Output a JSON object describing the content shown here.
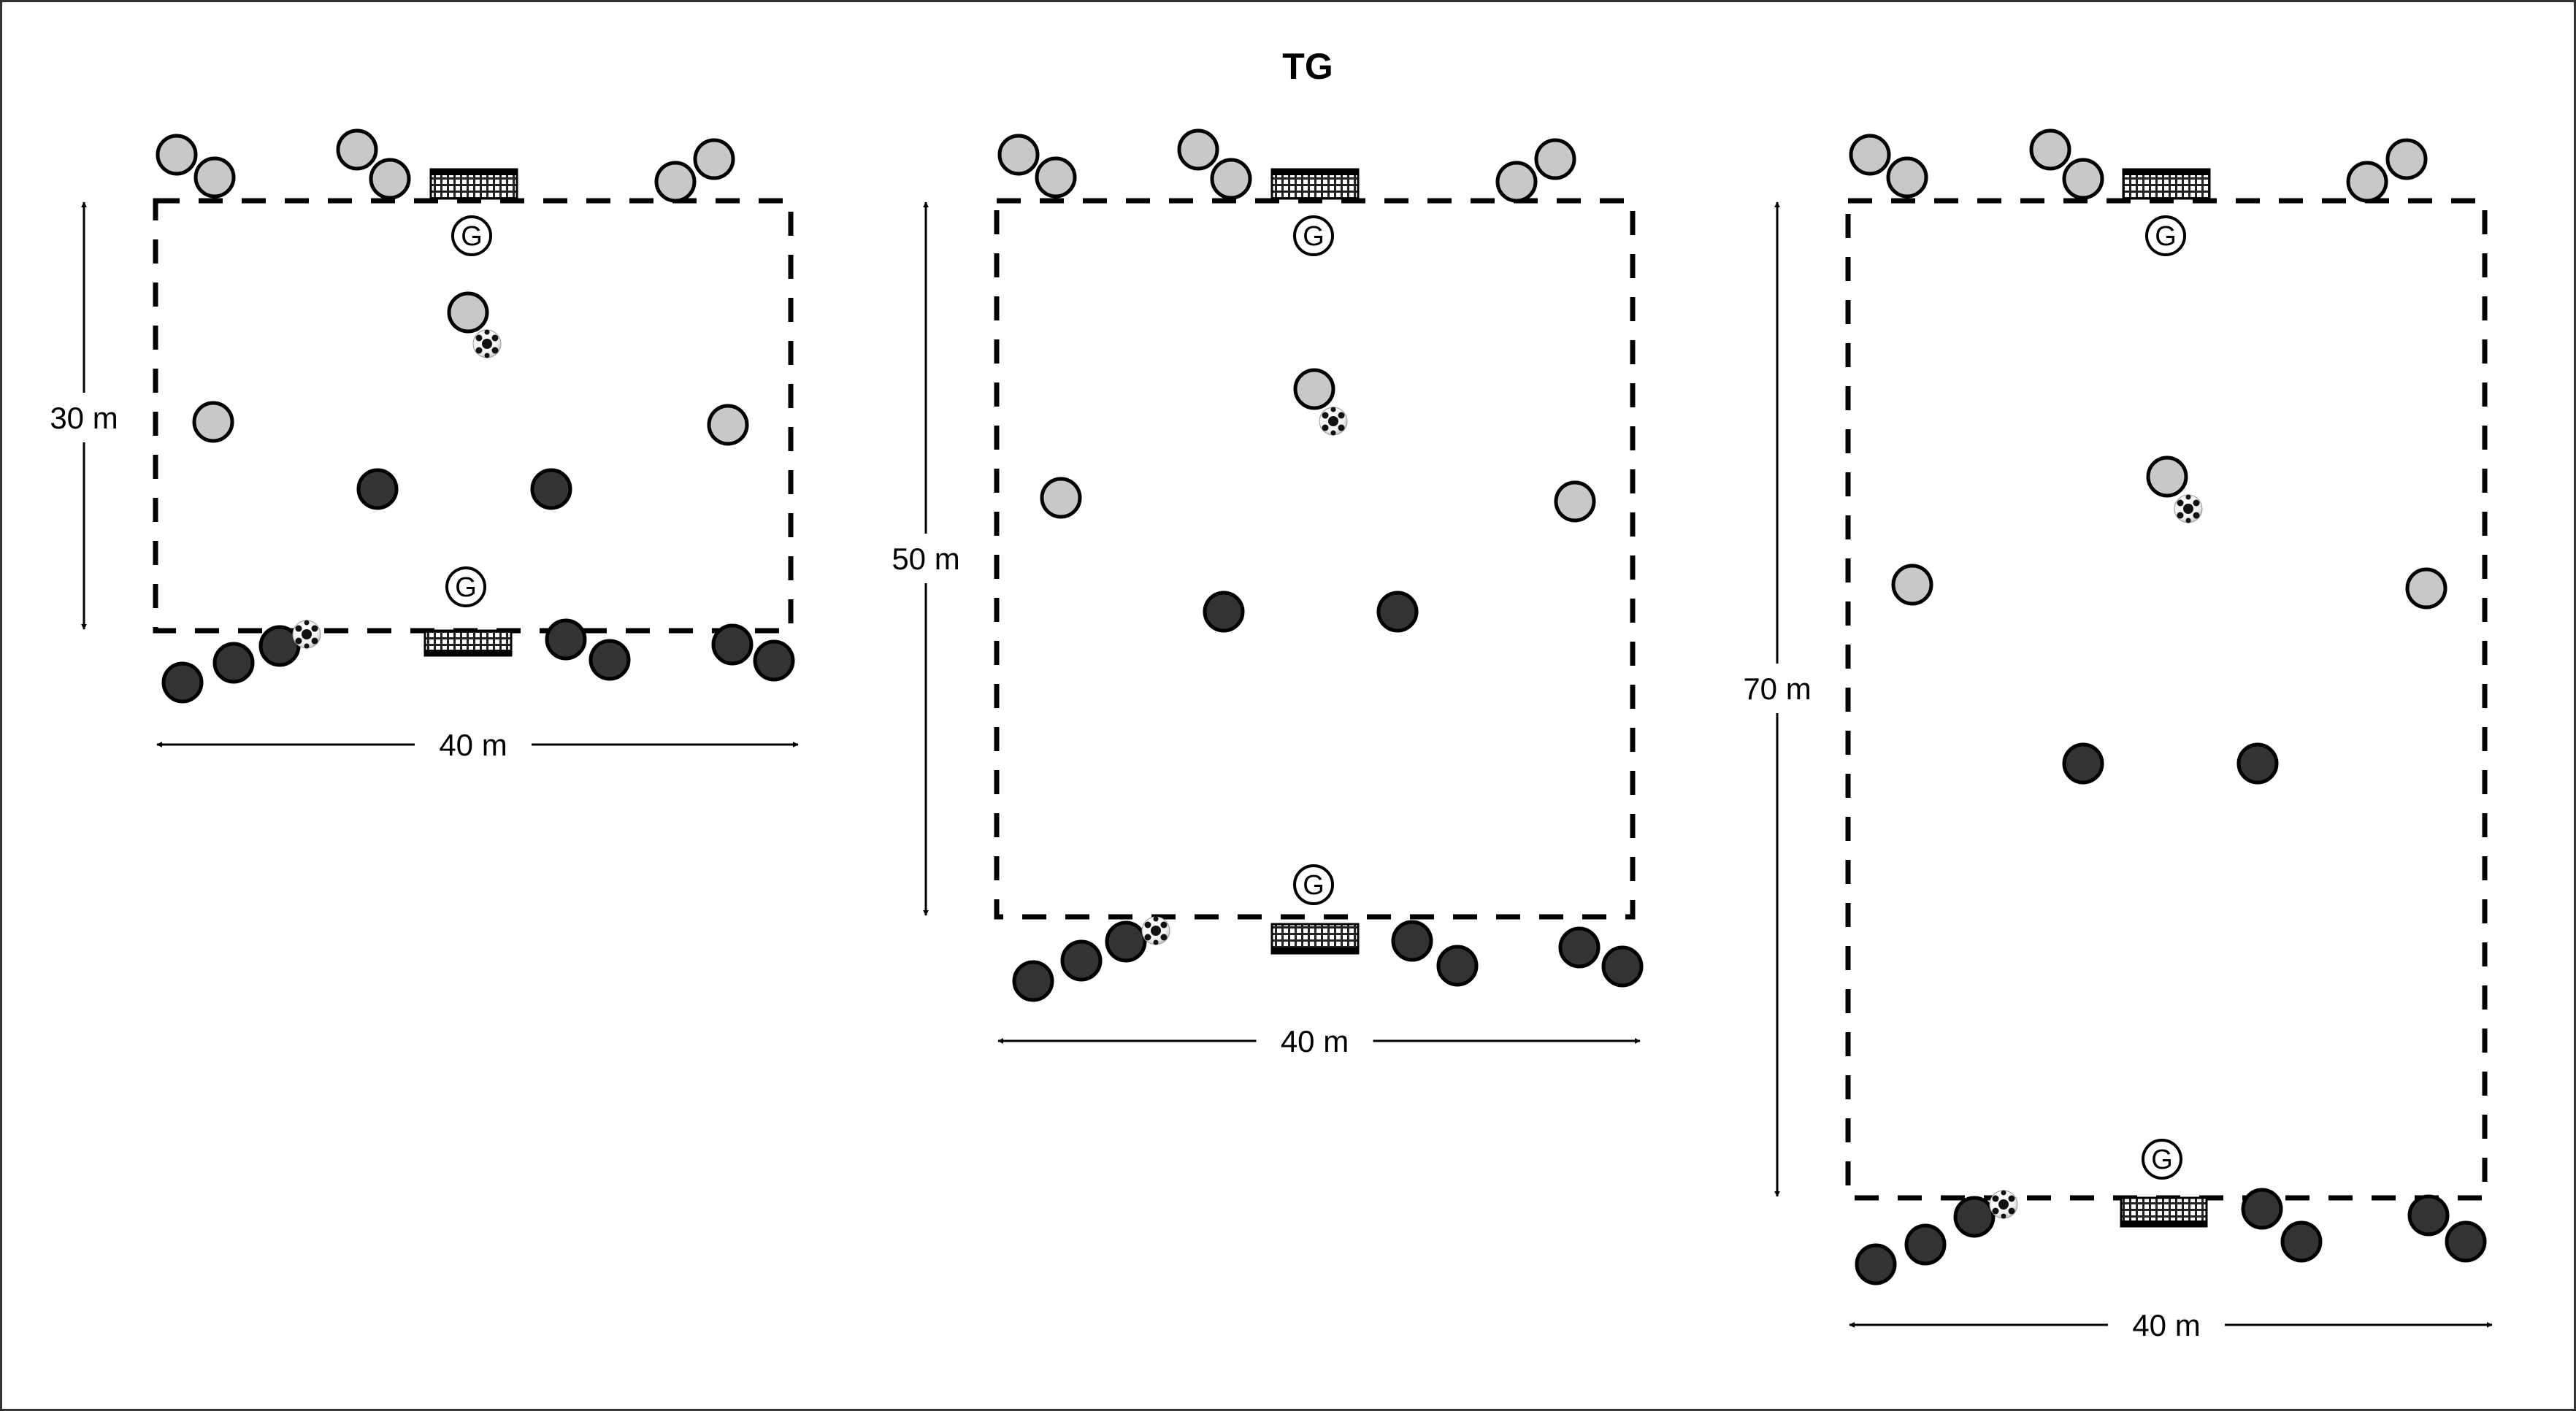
{
  "title": "TG",
  "colors": {
    "team_light": "#c8c8c8",
    "team_dark": "#333333",
    "outline": "#000000",
    "background": "#ffffff"
  },
  "goalkeeper_marker": "G",
  "pitches": [
    {
      "name": "pitch-30m",
      "length_label": "30 m",
      "width_label": "40 m",
      "length_m": 30,
      "width_m": 40,
      "players_light": 9,
      "players_dark": 9,
      "goalkeepers": 2,
      "goals": 2,
      "balls": 2
    },
    {
      "name": "pitch-50m",
      "length_label": "50 m",
      "width_label": "40 m",
      "length_m": 50,
      "width_m": 40,
      "players_light": 9,
      "players_dark": 9,
      "goalkeepers": 2,
      "goals": 2,
      "balls": 2
    },
    {
      "name": "pitch-70m",
      "length_label": "70 m",
      "width_label": "40 m",
      "length_m": 70,
      "width_m": 40,
      "players_light": 9,
      "players_dark": 9,
      "goalkeepers": 2,
      "goals": 2,
      "balls": 2
    }
  ]
}
